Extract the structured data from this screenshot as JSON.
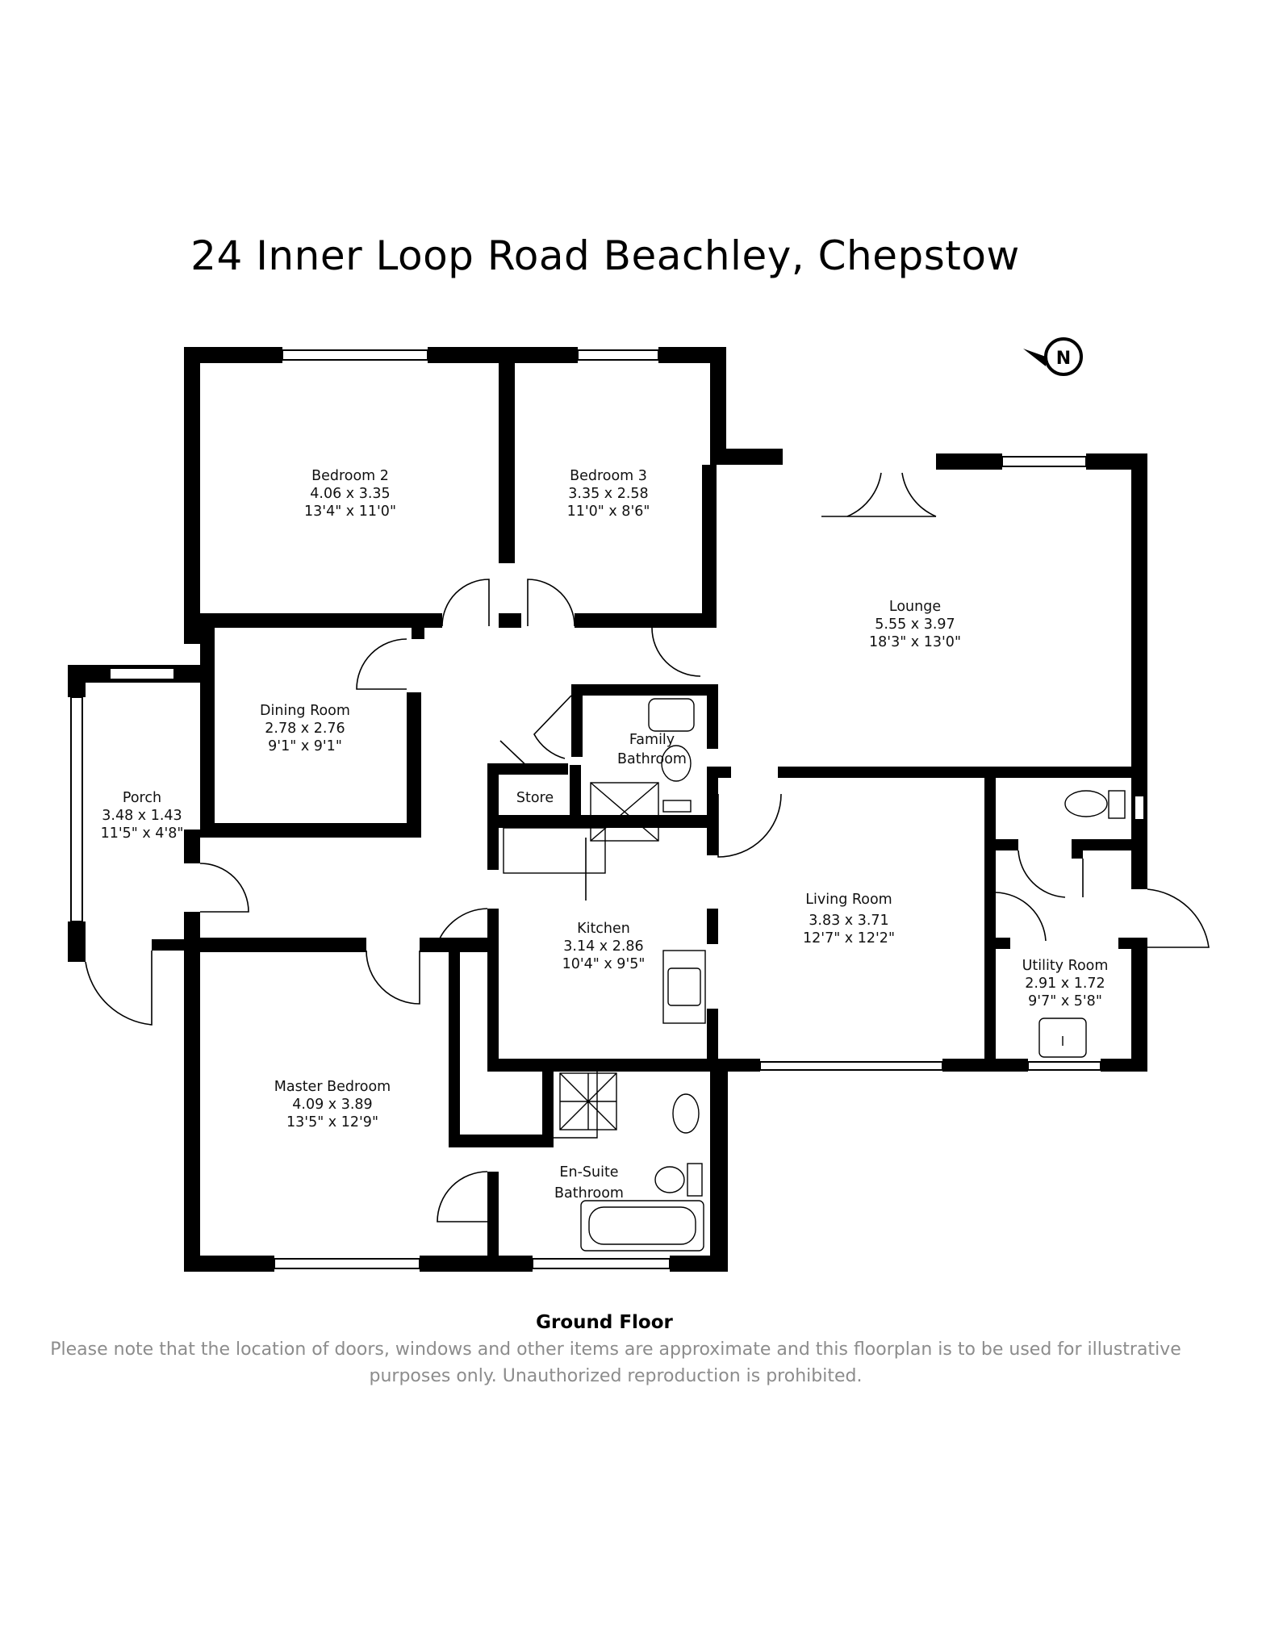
{
  "title": "24 Inner Loop Road Beachley, Chepstow",
  "compass": {
    "label": "N"
  },
  "floor_label": "Ground Floor",
  "disclaimer": "Please note that the location of doors, windows and other items are approximate and this floorplan is to be used for illustrative purposes only. Unauthorized reproduction is prohibited.",
  "rooms": {
    "bedroom2": {
      "name": "Bedroom 2",
      "metric": "4.06 x 3.35",
      "imperial": "13'4\" x 11'0\""
    },
    "bedroom3": {
      "name": "Bedroom 3",
      "metric": "3.35 x 2.58",
      "imperial": "11'0\" x 8'6\""
    },
    "lounge": {
      "name": "Lounge",
      "metric": "5.55 x 3.97",
      "imperial": "18'3\" x 13'0\""
    },
    "dining": {
      "name": "Dining Room",
      "metric": "2.78 x 2.76",
      "imperial": "9'1\" x 9'1\""
    },
    "family_bath": {
      "name_line1": "Family",
      "name_line2": "Bathroom"
    },
    "store": {
      "name": "Store"
    },
    "porch": {
      "name": "Porch",
      "metric": "3.48 x 1.43",
      "imperial": "11'5\" x 4'8\""
    },
    "living": {
      "name": "Living Room",
      "metric": "3.83 x 3.71",
      "imperial": "12'7\" x 12'2\""
    },
    "kitchen": {
      "name": "Kitchen",
      "metric": "3.14 x 2.86",
      "imperial": "10'4\" x 9'5\""
    },
    "utility": {
      "name": "Utility Room",
      "metric": "2.91 x 1.72",
      "imperial": "9'7\" x 5'8\""
    },
    "master": {
      "name": "Master Bedroom",
      "metric": "4.09 x 3.89",
      "imperial": "13'5\" x 12'9\""
    },
    "ensuite": {
      "name_line1": "En-Suite",
      "name_line2": "Bathroom"
    }
  }
}
